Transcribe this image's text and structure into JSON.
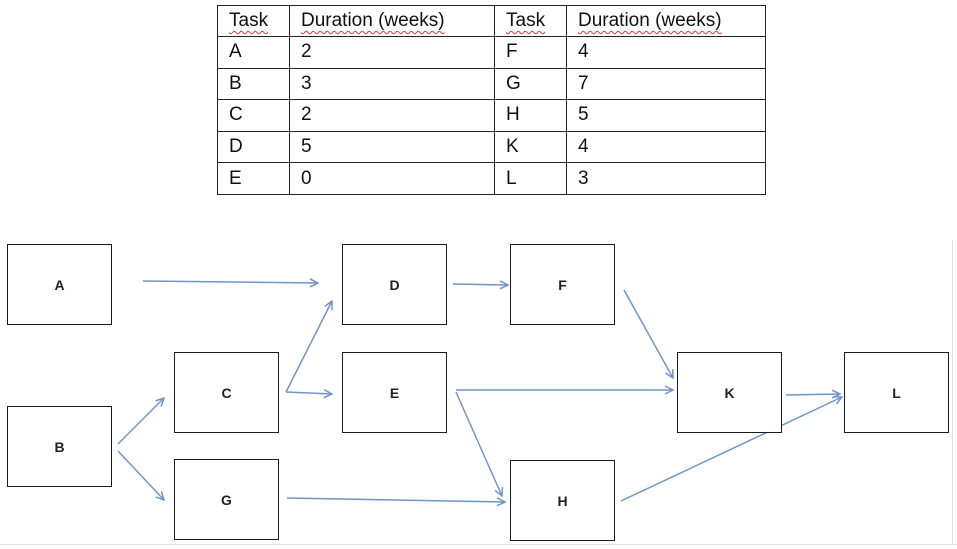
{
  "table": {
    "headers": [
      "Task",
      "Duration (weeks)",
      "Task",
      "Duration (weeks)"
    ],
    "rows": [
      [
        "A",
        "2",
        "F",
        "4"
      ],
      [
        "B",
        "3",
        "G",
        "7"
      ],
      [
        "C",
        "2",
        "H",
        "5"
      ],
      [
        "D",
        "5",
        "K",
        "4"
      ],
      [
        "E",
        "0",
        "L",
        "3"
      ]
    ]
  },
  "diagram": {
    "nodes": [
      "A",
      "B",
      "C",
      "D",
      "E",
      "F",
      "G",
      "H",
      "K",
      "L"
    ],
    "edges": [
      [
        "A",
        "D"
      ],
      [
        "B",
        "C"
      ],
      [
        "B",
        "G"
      ],
      [
        "C",
        "D"
      ],
      [
        "C",
        "E"
      ],
      [
        "D",
        "F"
      ],
      [
        "F",
        "K"
      ],
      [
        "E",
        "K"
      ],
      [
        "E",
        "H"
      ],
      [
        "G",
        "H"
      ],
      [
        "H",
        "L"
      ],
      [
        "K",
        "L"
      ]
    ]
  },
  "colors": {
    "arrow": "#6f94c8",
    "border": "#1a1a1a"
  }
}
